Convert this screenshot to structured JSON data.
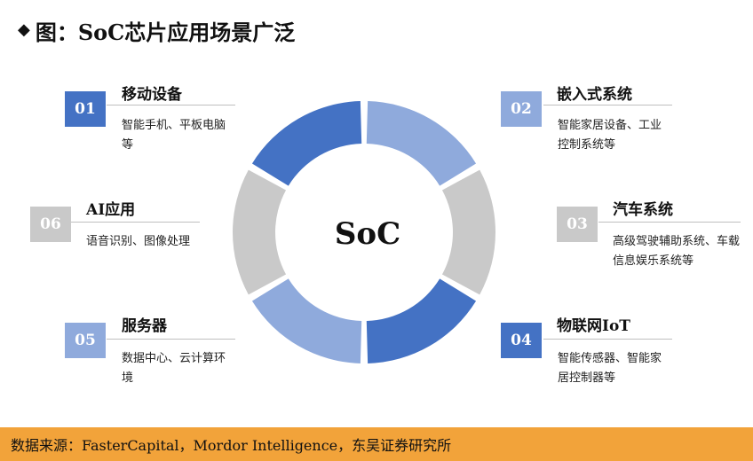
{
  "header": {
    "marker": "◆",
    "title": "图：SoC芯片应用场景广泛"
  },
  "center_label": "SoC",
  "items": [
    {
      "num": "01",
      "title": "移动设备",
      "desc": "智能手机、平板电脑等",
      "color": "#4472c4"
    },
    {
      "num": "02",
      "title": "嵌入式系统",
      "desc": "智能家居设备、工业控制系统等",
      "color": "#8faadc"
    },
    {
      "num": "03",
      "title": "汽车系统",
      "desc": "高级驾驶辅助系统、车载信息娱乐系统等",
      "color": "#c9c9c9"
    },
    {
      "num": "04",
      "title": "物联网IoT",
      "desc": "智能传感器、智能家居控制器等",
      "color": "#4472c4"
    },
    {
      "num": "05",
      "title": "服务器",
      "desc": "数据中心、云计算环境",
      "color": "#8faadc"
    },
    {
      "num": "06",
      "title": "AI应用",
      "desc": "语音识别、图像处理",
      "color": "#c9c9c9"
    }
  ],
  "ring_segments": [
    {
      "color": "#8faadc"
    },
    {
      "color": "#c9c9c9"
    },
    {
      "color": "#4472c4"
    },
    {
      "color": "#8faadc"
    },
    {
      "color": "#c9c9c9"
    },
    {
      "color": "#4472c4"
    }
  ],
  "source": "数据来源：FasterCapital，Mordor Intelligence，东吴证券研究所"
}
